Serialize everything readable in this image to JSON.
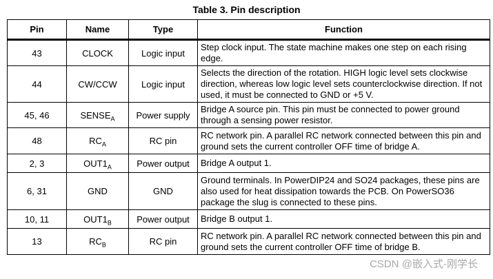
{
  "title": "Table 3. Pin description",
  "headers": {
    "pin": "Pin",
    "name": "Name",
    "type": "Type",
    "function": "Function"
  },
  "rows": [
    {
      "pin": "43",
      "name": "CLOCK",
      "name_sub": "",
      "type": "Logic input",
      "function": "Step clock input. The state machine makes one step on each rising edge."
    },
    {
      "pin": "44",
      "name": "CW/CCW",
      "name_sub": "",
      "type": "Logic input",
      "function": "Selects the direction of the rotation. HIGH logic level sets clockwise direction, whereas low logic level sets counterclockwise direction. If not used, it must be connected to GND or +5 V."
    },
    {
      "pin": "45, 46",
      "name": "SENSE",
      "name_sub": "A",
      "type": "Power supply",
      "function": "Bridge A source pin. This pin must be connected to power ground through a sensing power resistor."
    },
    {
      "pin": "48",
      "name": "RC",
      "name_sub": "A",
      "type": "RC pin",
      "function": "RC network pin. A parallel RC network connected between this pin and ground sets the current controller OFF time of bridge A."
    },
    {
      "pin": "2, 3",
      "name": "OUT1",
      "name_sub": "A",
      "type": "Power output",
      "function": "Bridge A output 1."
    },
    {
      "pin": "6, 31",
      "name": "GND",
      "name_sub": "",
      "type": "GND",
      "function": "Ground terminals. In PowerDIP24 and SO24 packages, these pins are also used for heat dissipation towards the PCB. On PowerSO36 package the slug is connected to these pins."
    },
    {
      "pin": "10, 11",
      "name": "OUT1",
      "name_sub": "B",
      "type": "Power output",
      "function": "Bridge B output 1."
    },
    {
      "pin": "13",
      "name": "RC",
      "name_sub": "B",
      "type": "RC pin",
      "function": "RC network pin. A parallel RC network connected between this pin and ground sets the current controller OFF time of bridge B."
    }
  ],
  "watermark": "CSDN @嵌入式-刚学长"
}
